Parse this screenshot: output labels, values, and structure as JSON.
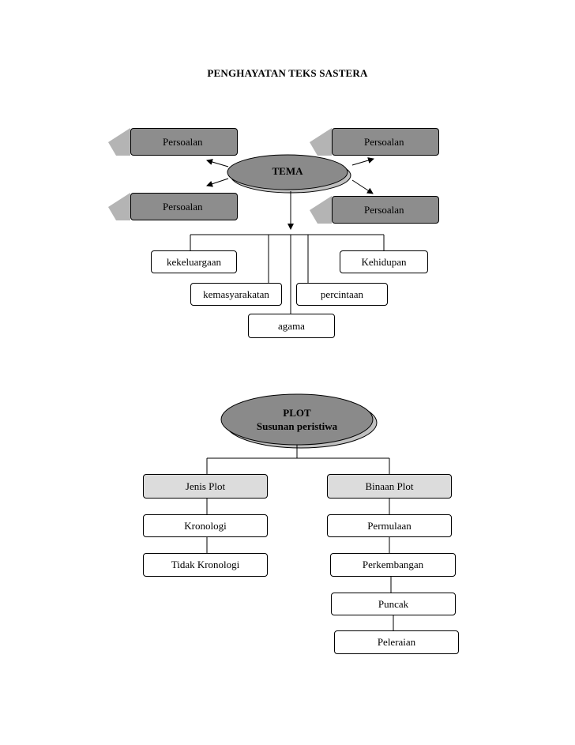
{
  "title": "PENGHAYATAN TEKS SASTERA",
  "tema": {
    "center": "TEMA",
    "persoalan": [
      "Persoalan",
      "Persoalan",
      "Persoalan",
      "Persoalan"
    ],
    "themes": [
      "kekeluargaan",
      "Kehidupan",
      "kemasyarakatan",
      "percintaan",
      "agama"
    ]
  },
  "plot": {
    "center_line1": "PLOT",
    "center_line2": "Susunan peristiwa",
    "jenis": {
      "header": "Jenis Plot",
      "items": [
        "Kronologi",
        "Tidak Kronologi"
      ]
    },
    "binaan": {
      "header": "Binaan Plot",
      "items": [
        "Permulaan",
        "Perkembangan",
        "Puncak",
        "Peleraian"
      ]
    }
  },
  "colors": {
    "box_shadow": "#b4b4b4",
    "dark_box": "#8d8d8d",
    "light_box": "#dcdcdc",
    "oval_fill": "#8a8a8a",
    "oval_shadow": "#c0c0c0"
  }
}
